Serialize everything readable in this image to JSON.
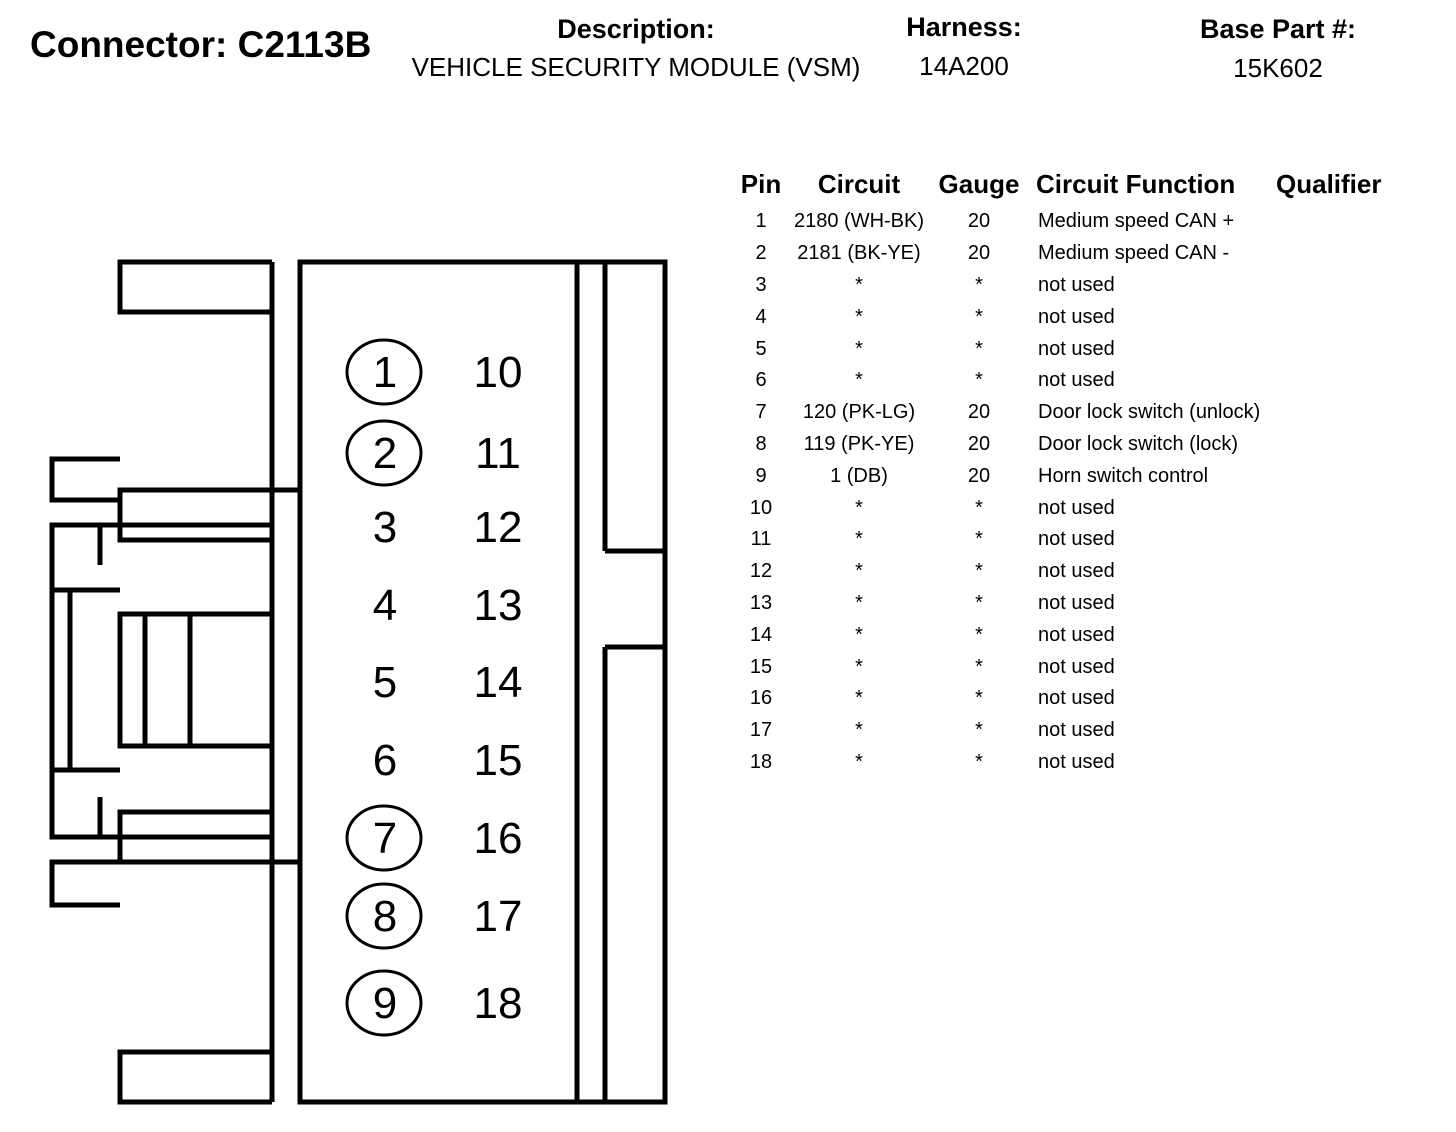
{
  "header": {
    "connector": "Connector: C2113B",
    "description_label": "Description:",
    "description_value": "VEHICLE SECURITY MODULE (VSM)",
    "harness_label": "Harness:",
    "harness_value": "14A200",
    "base_part_label": "Base Part #:",
    "base_part_value": "15K602"
  },
  "connector_pins": {
    "left_column": [
      "1",
      "2",
      "3",
      "4",
      "5",
      "6",
      "7",
      "8",
      "9"
    ],
    "right_column": [
      "10",
      "11",
      "12",
      "13",
      "14",
      "15",
      "16",
      "17",
      "18"
    ],
    "circled_pins": [
      "1",
      "2",
      "7",
      "8",
      "9"
    ]
  },
  "table": {
    "headers": [
      "Pin",
      "Circuit",
      "Gauge",
      "Circuit Function",
      "Qualifier"
    ],
    "rows": [
      [
        "1",
        "2180 (WH-BK)",
        "20",
        "Medium speed CAN +",
        ""
      ],
      [
        "2",
        "2181 (BK-YE)",
        "20",
        "Medium speed CAN -",
        ""
      ],
      [
        "3",
        "*",
        "*",
        "not used",
        ""
      ],
      [
        "4",
        "*",
        "*",
        "not used",
        ""
      ],
      [
        "5",
        "*",
        "*",
        "not used",
        ""
      ],
      [
        "6",
        "*",
        "*",
        "not used",
        ""
      ],
      [
        "7",
        "120 (PK-LG)",
        "20",
        "Door lock switch (unlock)",
        ""
      ],
      [
        "8",
        "119 (PK-YE)",
        "20",
        "Door lock switch (lock)",
        ""
      ],
      [
        "9",
        "1 (DB)",
        "20",
        "Horn switch control",
        ""
      ],
      [
        "10",
        "*",
        "*",
        "not used",
        ""
      ],
      [
        "11",
        "*",
        "*",
        "not used",
        ""
      ],
      [
        "12",
        "*",
        "*",
        "not used",
        ""
      ],
      [
        "13",
        "*",
        "*",
        "not used",
        ""
      ],
      [
        "14",
        "*",
        "*",
        "not used",
        ""
      ],
      [
        "15",
        "*",
        "*",
        "not used",
        ""
      ],
      [
        "16",
        "*",
        "*",
        "not used",
        ""
      ],
      [
        "17",
        "*",
        "*",
        "not used",
        ""
      ],
      [
        "18",
        "*",
        "*",
        "not used",
        ""
      ]
    ]
  }
}
